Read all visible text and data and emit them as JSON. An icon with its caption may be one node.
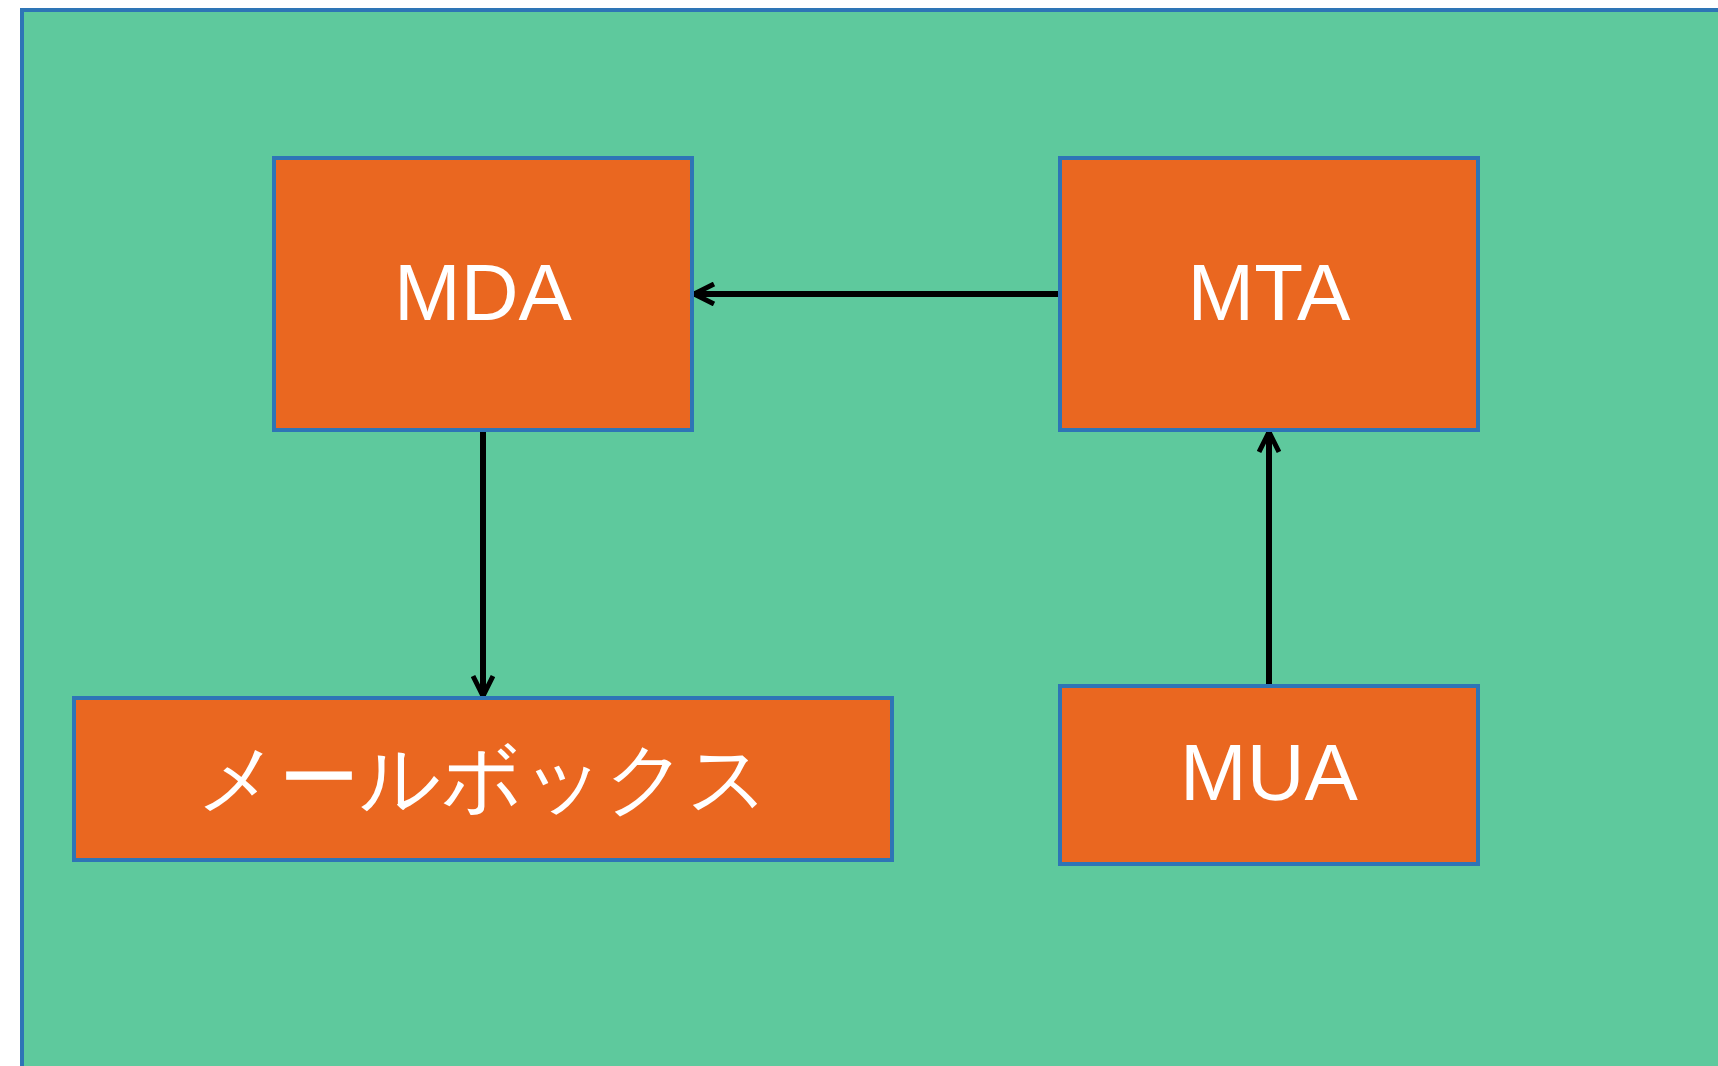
{
  "diagram": {
    "nodes": [
      {
        "text": [
          "MDA"
        ]
      },
      {
        "text": [
          "MTA"
        ]
      },
      {
        "text": [
          "メールボックス"
        ]
      },
      {
        "text": [
          "MUA"
        ]
      }
    ],
    "edges": [
      {
        "from": 1,
        "to": 0,
        "arrow": "to"
      },
      {
        "from": 0,
        "to": 2,
        "arrow": "to"
      },
      {
        "from": 3,
        "to": 1,
        "arrow": "to"
      }
    ]
  }
}
